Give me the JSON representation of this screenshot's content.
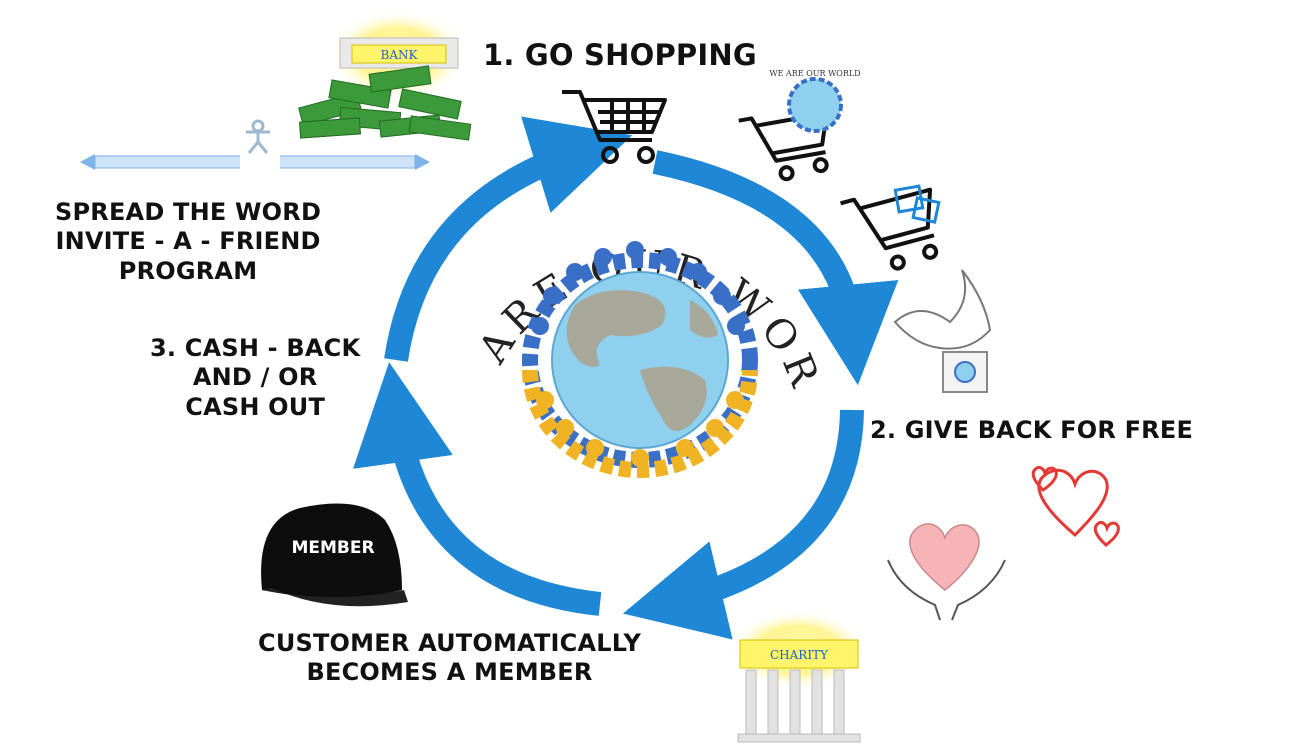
{
  "steps": {
    "go_shopping": "1. GO SHOPPING",
    "give_back": "2. GIVE BACK FOR FREE",
    "cash_back": [
      "3. CASH - BACK",
      "AND  / OR",
      "CASH OUT"
    ],
    "member": [
      "CUSTOMER AUTOMATICALLY",
      "BECOMES A MEMBER"
    ],
    "spread": [
      "SPREAD THE WORD",
      "INVITE - A - FRIEND",
      "PROGRAM"
    ]
  },
  "logo": {
    "arc_text": "WE ARE OUR WORLD",
    "small_logo_text": "WE ARE OUR WORLD"
  },
  "icons": {
    "bank_sign": "BANK",
    "charity_sign": "CHARITY",
    "cap_text": "MEMBER"
  },
  "colors": {
    "arrow": "#1e88d6",
    "people_blue": "#3a6fc8",
    "people_gold": "#f0b323",
    "ocean": "#8fd0ef",
    "land": "#a8a89a",
    "text": "#111111",
    "heart_red": "#e53935",
    "heart_pink": "#f6b3b8",
    "money": "#3d9a3a"
  }
}
